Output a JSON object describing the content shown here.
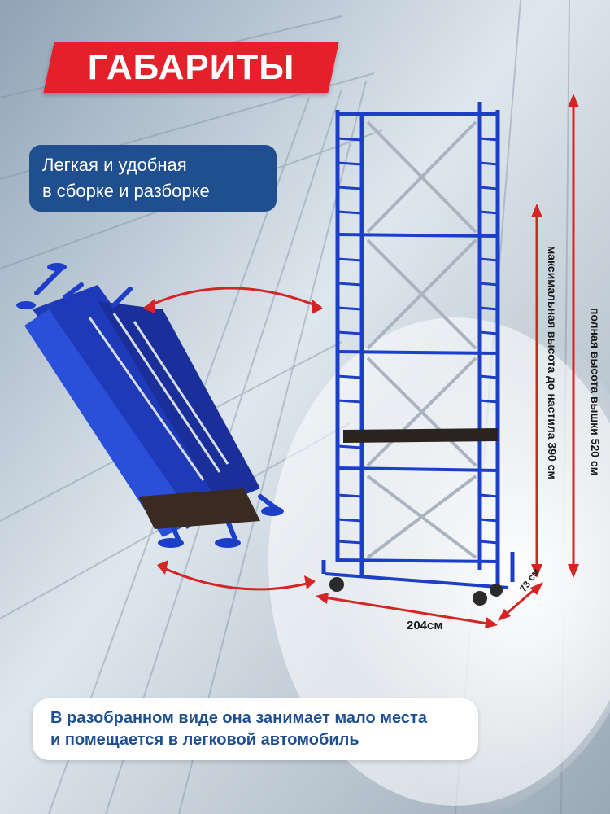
{
  "title": "ГАБАРИТЫ",
  "subtitle": {
    "line1": "Легкая и удобная",
    "line2": "в сборке и разборке"
  },
  "bottom_note": {
    "line1": "В разобранном виде она занимает мало места",
    "line2": "и помещается в легковой автомобиль"
  },
  "dimensions": {
    "width": "204см",
    "depth": "73 см",
    "deck_height": "максимальная высота до настила 390 см",
    "full_height": "полная высота вышки 520 см"
  },
  "colors": {
    "banner_red": "#e4202a",
    "box_blue": "#1f4f8f",
    "frame_blue": "#1d3fc8",
    "arrow_red": "#d42424"
  }
}
